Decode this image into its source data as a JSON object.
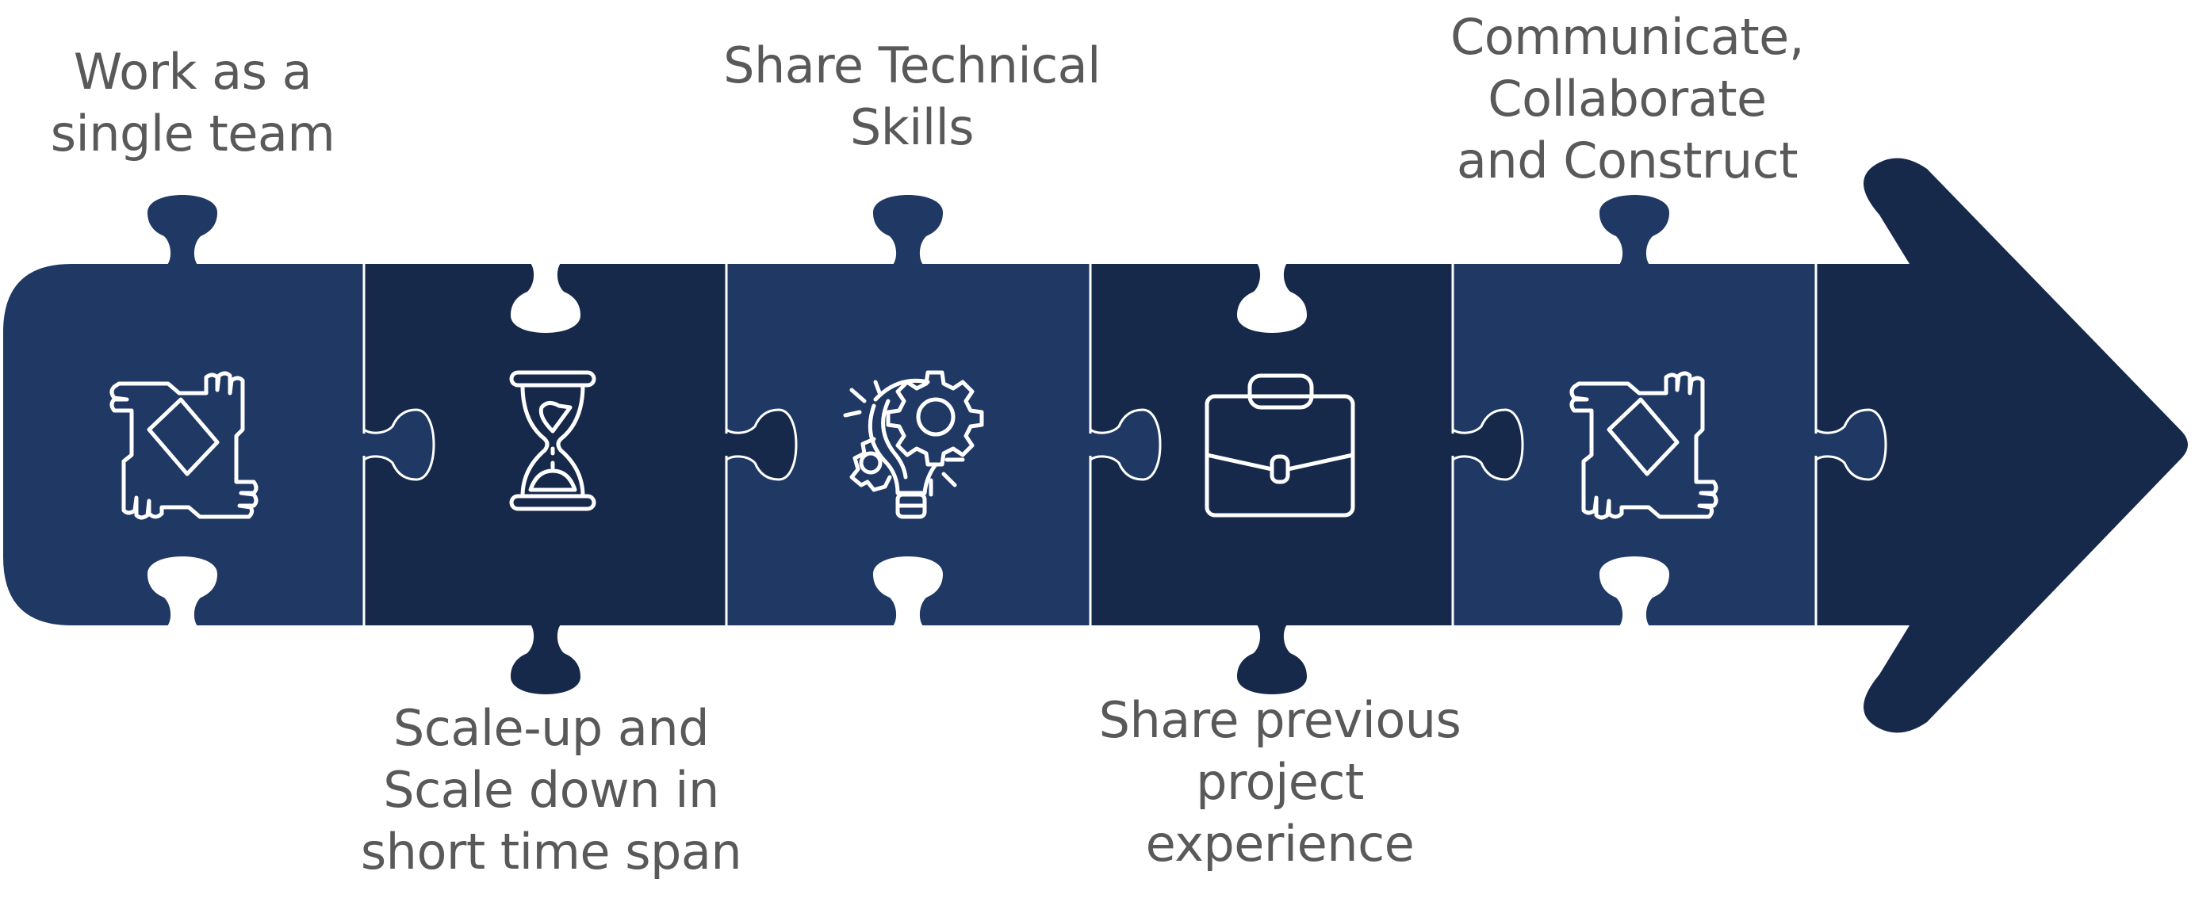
{
  "diagram": {
    "title": "Collaboration process puzzle arrow",
    "colors": {
      "piece_light": "#1F3864",
      "piece_dark": "#17294A",
      "divider": "#FFFFFF",
      "text": "#595959",
      "icon": "#FFFFFF"
    },
    "steps": [
      {
        "label_lines": [
          "Work as a",
          "single team"
        ],
        "label_position": "top",
        "icon": "teamwork-hands-icon",
        "shade": "light"
      },
      {
        "label_lines": [
          "Scale-up and",
          "Scale down in",
          "short time span"
        ],
        "label_position": "bottom",
        "icon": "hourglass-icon",
        "shade": "dark"
      },
      {
        "label_lines": [
          "Share Technical",
          "Skills"
        ],
        "label_position": "top",
        "icon": "lightbulb-gears-icon",
        "shade": "light"
      },
      {
        "label_lines": [
          "Share previous",
          "project",
          "experience"
        ],
        "label_position": "bottom",
        "icon": "briefcase-icon",
        "shade": "dark"
      },
      {
        "label_lines": [
          "Communicate,",
          "Collaborate",
          "and Construct"
        ],
        "label_position": "top",
        "icon": "teamwork-hands-icon",
        "shade": "light"
      }
    ],
    "arrowhead": {
      "shade": "dark",
      "direction": "right"
    }
  }
}
